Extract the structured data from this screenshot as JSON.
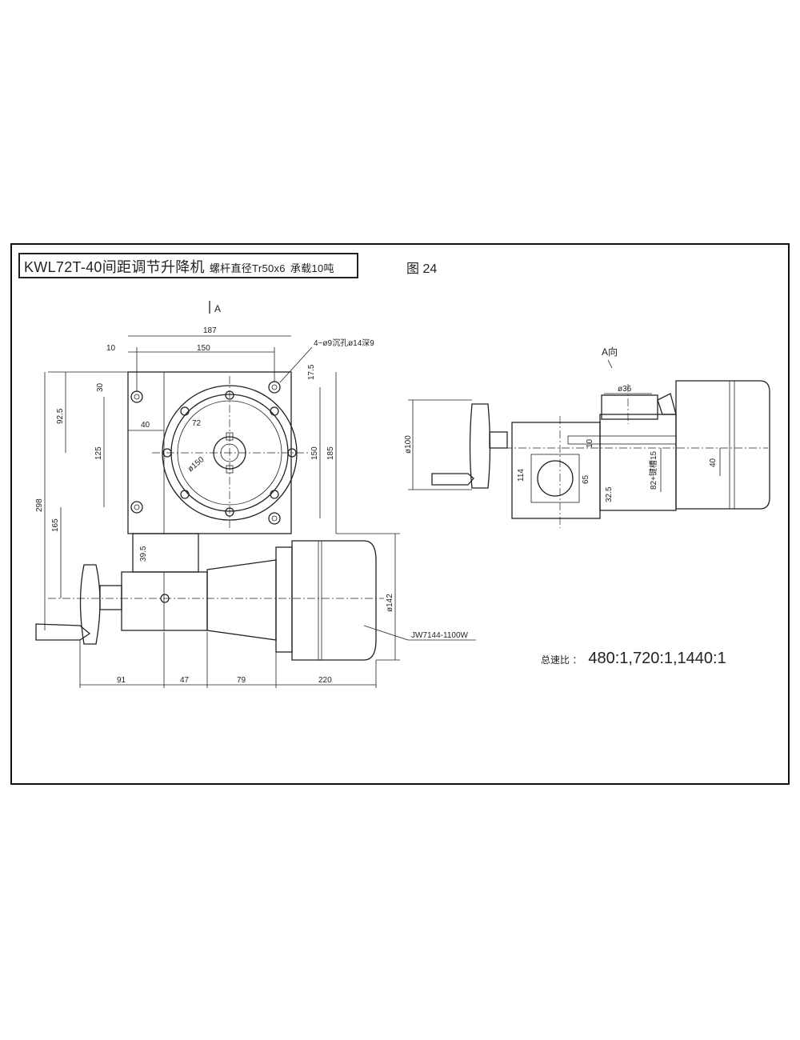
{
  "title": {
    "model": "KWL72T-40间距调节升降机",
    "screw": "螺杆直径Tr50x6",
    "load": "承载10吨"
  },
  "figure_label": "图 24",
  "views": {
    "main_view_marker": "A",
    "side_view_title": "A向"
  },
  "dimensions": {
    "d187": "187",
    "d10": "10",
    "d150_top": "150",
    "holes": "4~ø9沉孔ø14深9",
    "d17_5": "17.5",
    "d30": "30",
    "d92_5": "92.5",
    "d40": "40",
    "d72": "72",
    "d125": "125",
    "d150_right": "150",
    "d185": "185",
    "d298": "298",
    "dia150": "ø150",
    "d165": "165",
    "d39_5": "39.5",
    "dia142": "ø142",
    "d91": "91",
    "d47": "47",
    "d79": "79",
    "d220": "220",
    "dia36": "ø36",
    "dia100": "ø100",
    "d114": "114",
    "d65": "65",
    "d10_side": "10",
    "key": "82+键槽15",
    "d40_side": "40",
    "d32_5": "32.5"
  },
  "motor_label": "JW7144-1100W",
  "ratio": {
    "label": "总速比 ：",
    "values": "480:1,720:1,1440:1"
  }
}
